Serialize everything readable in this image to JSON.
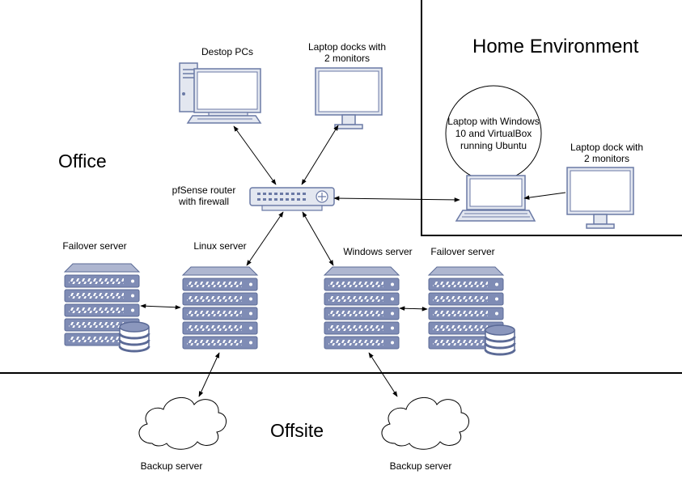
{
  "zones": {
    "home": "Home Environment",
    "office": "Office",
    "offsite": "Offsite"
  },
  "labels": {
    "desktop_pcs": "Destop PCs",
    "laptop_docks_line1": "Laptop docks with",
    "laptop_docks_line2": "2 monitors",
    "router_line1": "pfSense router",
    "router_line2": "with firewall",
    "failover_left": "Failover server",
    "linux_server": "Linux server",
    "windows_server": "Windows server",
    "failover_right": "Failover server",
    "home_laptop_line1": "Laptop with Windows",
    "home_laptop_line2": "10 and VirtualBox",
    "home_laptop_line3": "running Ubuntu",
    "home_dock_line1": "Laptop dock with",
    "home_dock_line2": "2 monitors",
    "backup_left": "Backup server",
    "backup_right": "Backup server"
  },
  "colors": {
    "device_fill": "#e3e7f0",
    "device_stroke": "#6b7aa6",
    "screen_fill": "#ffffff",
    "line": "#000000"
  }
}
